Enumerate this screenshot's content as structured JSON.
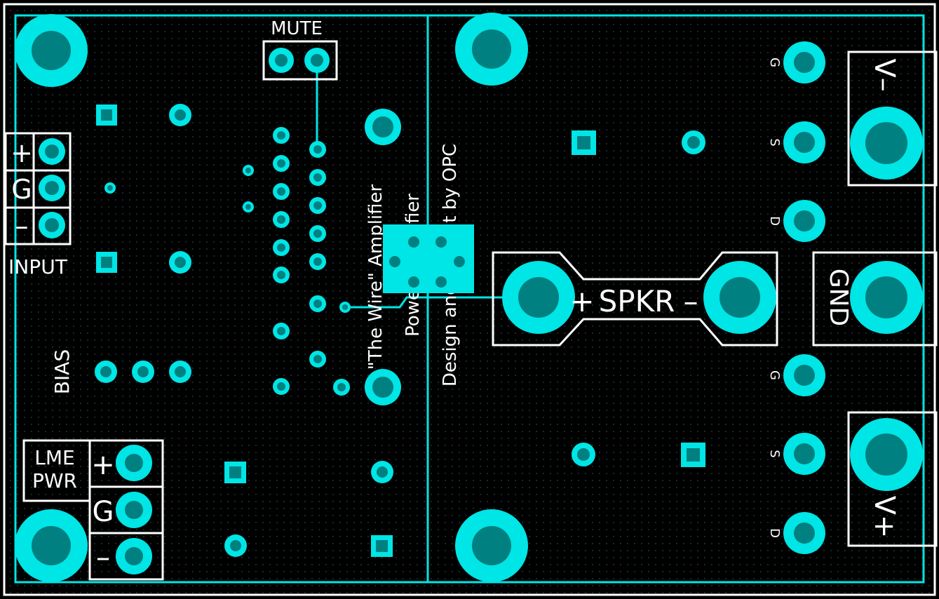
{
  "colors": {
    "background": "#000000",
    "copper": "#00e5e5",
    "drill": "#008080",
    "silkscreen": "#ffffff",
    "dot_grid": "#1f4a4a"
  },
  "labels": {
    "mute": "MUTE",
    "input": "INPUT",
    "input_plus": "+",
    "input_g": "G",
    "input_minus": "–",
    "bias": "BIAS",
    "lme_line1": "LME",
    "lme_line2": "PWR",
    "lme_plus": "+",
    "lme_g": "G",
    "lme_minus": "–",
    "title_line1": "\"The Wire\" Amplifier",
    "title_line2": "Power Amplifier",
    "title_line3": "Design and Layout by OPC",
    "spkr": "SPKR",
    "spkr_plus": "+",
    "spkr_minus": "–",
    "v_minus": "V–",
    "v_plus": "V+",
    "gnd": "GND",
    "g1": "G",
    "s1": "S",
    "d1": "D",
    "g2": "G",
    "s2": "S",
    "d2": "D"
  }
}
